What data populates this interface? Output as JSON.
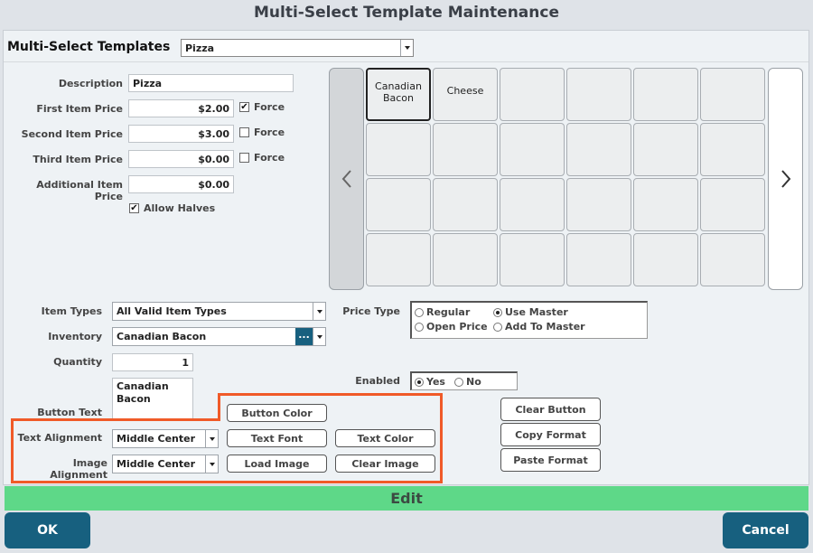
{
  "window": {
    "title": "Multi-Select Template Maintenance"
  },
  "templates": {
    "label": "Multi-Select Templates",
    "selected": "Pizza"
  },
  "form": {
    "description_label": "Description",
    "description_value": "Pizza",
    "first_price_label": "First Item Price",
    "first_price_value": "$2.00",
    "first_force_checked": true,
    "second_price_label": "Second Item Price",
    "second_price_value": "$3.00",
    "second_force_checked": false,
    "third_price_label": "Third Item Price",
    "third_price_value": "$0.00",
    "third_force_checked": false,
    "additional_price_label": "Additional Item Price",
    "additional_price_value": "$0.00",
    "force_label": "Force",
    "allow_halves_label": "Allow Halves",
    "allow_halves_checked": true
  },
  "button_grid": {
    "cells": [
      "Canadian\nBacon",
      "Cheese",
      "",
      "",
      "",
      "",
      "",
      "",
      "",
      "",
      "",
      "",
      "",
      "",
      "",
      "",
      "",
      "",
      "",
      "",
      "",
      "",
      "",
      ""
    ],
    "selected_index": 0,
    "prev_icon": "chevron-left-icon",
    "next_icon": "chevron-right-icon"
  },
  "item": {
    "item_types_label": "Item Types",
    "item_types_value": "All Valid Item Types",
    "inventory_label": "Inventory",
    "inventory_value": "Canadian Bacon",
    "inventory_browse": "...",
    "quantity_label": "Quantity",
    "quantity_value": "1",
    "button_text_label": "Button Text",
    "button_text_value": "Canadian\nBacon",
    "text_alignment_label": "Text Alignment",
    "text_alignment_value": "Middle Center",
    "image_alignment_label": "Image Alignment",
    "image_alignment_value": "Middle Center"
  },
  "price_type": {
    "label": "Price Type",
    "options": [
      "Regular",
      "Use Master",
      "Open Price",
      "Add To Master"
    ],
    "selected": "Use Master"
  },
  "enabled": {
    "label": "Enabled",
    "options": [
      "Yes",
      "No"
    ],
    "selected": "Yes"
  },
  "buttons": {
    "button_color": "Button Color",
    "text_font": "Text Font",
    "text_color": "Text Color",
    "load_image": "Load Image",
    "clear_image": "Clear Image",
    "clear_button": "Clear Button",
    "copy_format": "Copy Format",
    "paste_format": "Paste Format"
  },
  "footer": {
    "mode": "Edit",
    "ok": "OK",
    "cancel": "Cancel"
  },
  "colors": {
    "highlight": "#f05a28",
    "mode_bar": "#5ed888",
    "primary_button": "#17607f"
  }
}
